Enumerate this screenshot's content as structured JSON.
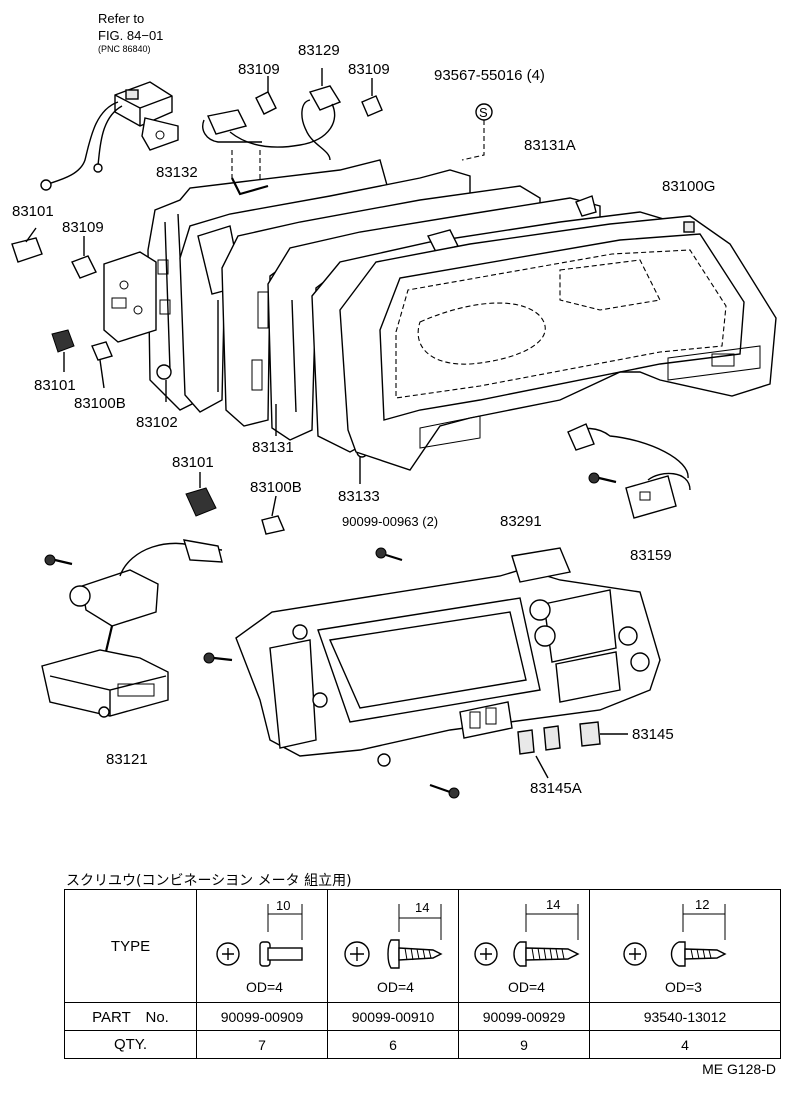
{
  "labels": {
    "refer_line1": "Refer to",
    "refer_line2": "FIG. 84−01",
    "refer_line3": "(PNC 86840)",
    "p83109a": "83109",
    "p83129": "83129",
    "p83109b": "83109",
    "p93567": "93567-55016 (4)",
    "p83131A": "83131A",
    "p83132": "83132",
    "p83100G": "83100G",
    "p83101a": "83101",
    "p83109c": "83109",
    "p83101b": "83101",
    "p83100Ba": "83100B",
    "p83102": "83102",
    "p83131": "83131",
    "p83133": "83133",
    "p83101c": "83101",
    "p83100Bb": "83100B",
    "p90099": "90099-00963 (2)",
    "p83291": "83291",
    "p83159": "83159",
    "p83121": "83121",
    "p83145": "83145",
    "p83145A": "83145A",
    "s_mark": "S"
  },
  "table": {
    "caption": "スクリユウ(コンビネーシヨン メータ 組立用)",
    "type_label": "TYPE",
    "part_label": "PART　No.",
    "qty_label": "QTY.",
    "columns": [
      {
        "length": "10",
        "od": "OD=4",
        "part": "90099-00909",
        "qty": "7"
      },
      {
        "length": "14",
        "od": "OD=4",
        "part": "90099-00910",
        "qty": "6"
      },
      {
        "length": "14",
        "od": "OD=4",
        "part": "90099-00929",
        "qty": "9"
      },
      {
        "length": "12",
        "od": "OD=3",
        "part": "93540-13012",
        "qty": "4"
      }
    ]
  },
  "catalog_code": "ME G128-D"
}
